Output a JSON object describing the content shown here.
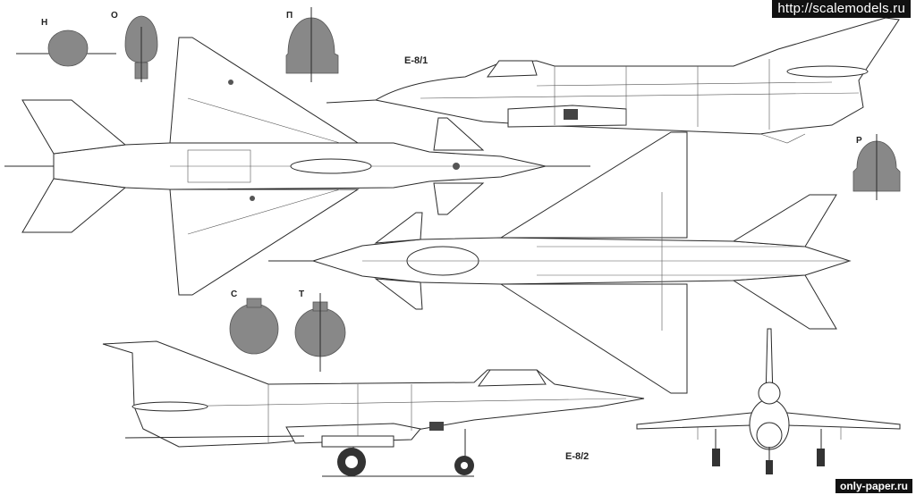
{
  "watermarks": {
    "top": "http://scalemodels.ru",
    "bottom": "only-paper.ru"
  },
  "titles": {
    "upper_side": "Е-8/1",
    "lower_side": "Е-8/2"
  },
  "section_labels": {
    "n": "Н",
    "o": "О",
    "p": "П",
    "r": "Р",
    "s": "С",
    "t": "Т"
  },
  "colors": {
    "line": "#2a2a2a",
    "section_fill": "#888888",
    "background": "#ffffff"
  }
}
